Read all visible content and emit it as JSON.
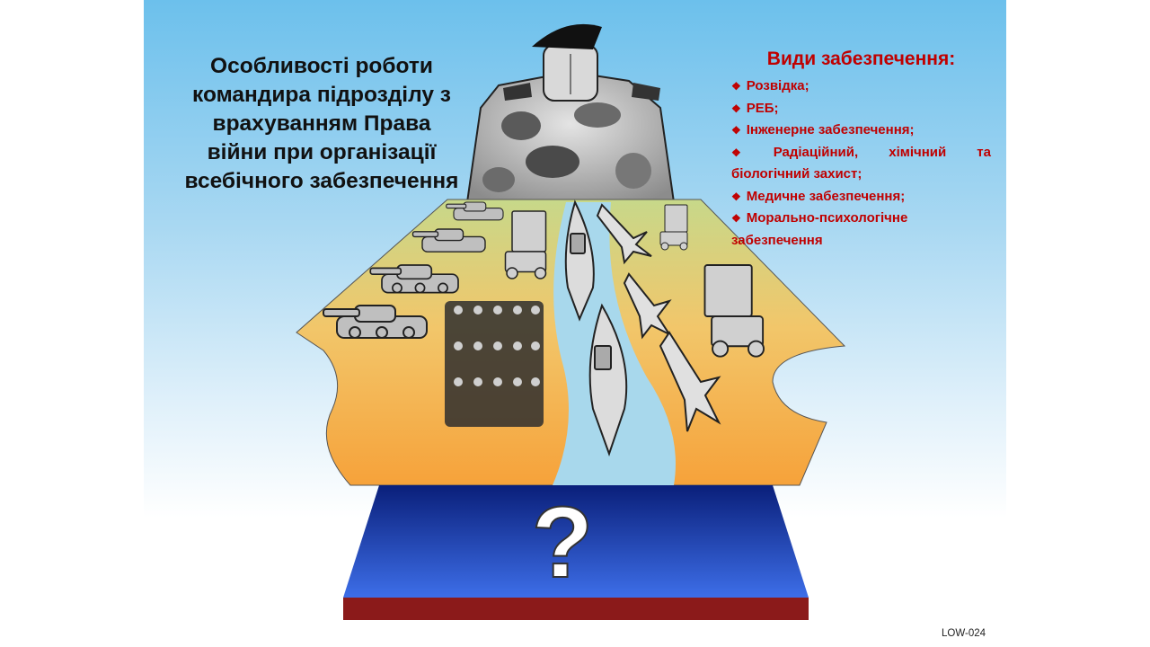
{
  "slide": {
    "title_lines": [
      "Особливості роботи",
      "командира підрозділу з",
      "врахуванням  Права",
      "війни при організації",
      "всебічного забезпечення"
    ],
    "support": {
      "heading": "Види забезпечення:",
      "bullet_icon": "diamond-bullet-icon",
      "items": [
        "Розвідка;",
        "РЕБ;",
        "Інженерне забезпечення;",
        "Радіаційний, хімічний та",
        "біологічний захист;",
        "Медичне забезпечення;",
        "Морально-психологічне",
        "забезпечення"
      ]
    },
    "pedestal_symbol": "?",
    "corner_code": "LOW-024"
  },
  "colors": {
    "sky_top": "#6cc0ec",
    "land": "#f6b64a",
    "field": "#a8d08d",
    "river": "#a8d8ec",
    "pedestal_blue": "#1f49c8",
    "pedestal_base": "#8b1a1a",
    "heading_red": "#c00000"
  }
}
